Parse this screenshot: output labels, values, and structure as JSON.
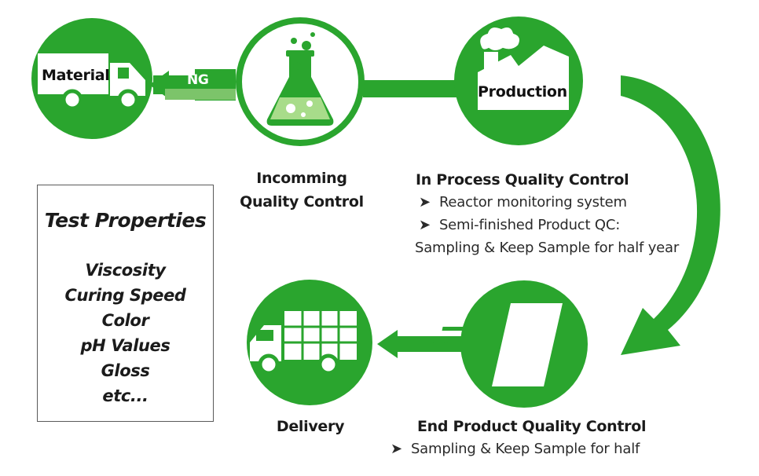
{
  "nodes": {
    "material": {
      "label": "Material",
      "badge": "NG"
    },
    "incoming": {
      "line1": "Incomming",
      "line2": "Quality Control"
    },
    "production": {
      "label": "Production"
    },
    "delivery": {
      "label": "Delivery"
    }
  },
  "in_process": {
    "title": "In Process Quality Control",
    "bullets": [
      "Reactor monitoring system",
      "Semi-finished Product QC:"
    ],
    "continuation": "Sampling & Keep Sample for half year"
  },
  "end_product": {
    "title": "End Product Quality Control",
    "bullets": [
      "Sampling & Keep Sample for half"
    ]
  },
  "test_properties": {
    "title": "Test Properties",
    "items": [
      "Viscosity",
      "Curing Speed",
      "Color",
      "pH Values",
      "Gloss",
      "etc..."
    ]
  },
  "colors": {
    "green": "#2aa52e",
    "dark_green": "#1f8a22",
    "light_green": "#a8dc8a"
  },
  "icons": [
    "truck-icon",
    "flask-icon",
    "factory-icon",
    "document-icon",
    "cargo-truck-icon",
    "bullet-arrow-icon"
  ]
}
